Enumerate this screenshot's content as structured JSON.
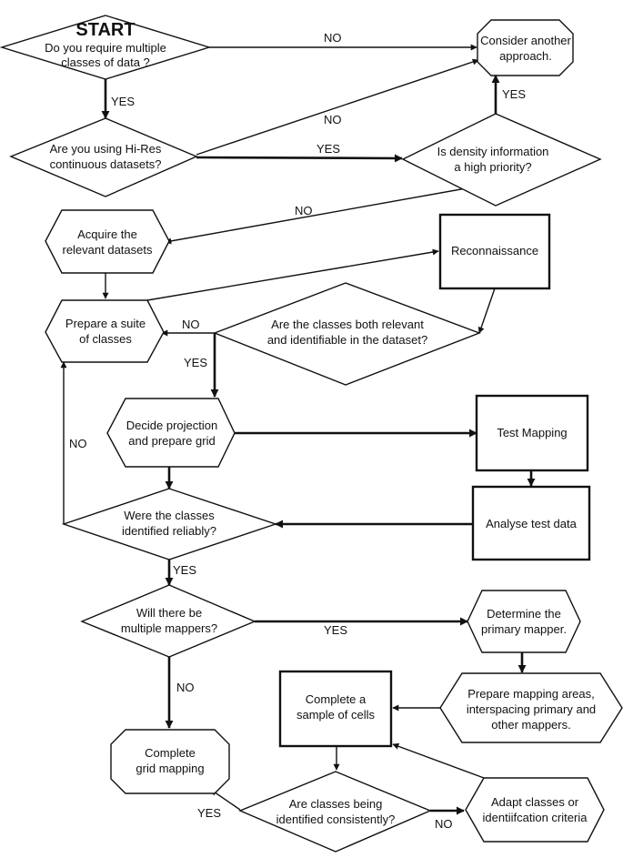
{
  "flowchart": {
    "nodes": {
      "start": {
        "title": "START",
        "lines": [
          "Do you require multiple",
          "classes of data ?"
        ]
      },
      "consider": {
        "lines": [
          "Consider another",
          "approach."
        ]
      },
      "hires": {
        "lines": [
          "Are you using Hi-Res",
          "continuous datasets?"
        ]
      },
      "density": {
        "lines": [
          "Is density information",
          "a high priority?"
        ]
      },
      "acquire": {
        "lines": [
          "Acquire the",
          "relevant datasets"
        ]
      },
      "recon": {
        "lines": [
          "Reconnaissance"
        ]
      },
      "suite": {
        "lines": [
          "Prepare a suite",
          "of classes"
        ]
      },
      "relevant": {
        "lines": [
          "Are the classes both relevant",
          "and identifiable in the dataset?"
        ]
      },
      "projection": {
        "lines": [
          "Decide projection",
          "and prepare grid"
        ]
      },
      "testmap": {
        "lines": [
          "Test Mapping"
        ]
      },
      "reliable": {
        "lines": [
          "Were the classes",
          "identified reliably?"
        ]
      },
      "analyse": {
        "lines": [
          "Analyse test data"
        ]
      },
      "multiple": {
        "lines": [
          "Will there be",
          "multiple mappers?"
        ]
      },
      "primary": {
        "lines": [
          "Determine the",
          "primary mapper."
        ]
      },
      "areas": {
        "lines": [
          "Prepare mapping areas,",
          "interspacing primary and",
          "other mappers."
        ]
      },
      "sample": {
        "lines": [
          "Complete a",
          "sample of cells"
        ]
      },
      "grid": {
        "lines": [
          "Complete",
          "grid mapping"
        ]
      },
      "consistent": {
        "lines": [
          "Are classes being",
          "identified consistently?"
        ]
      },
      "adapt": {
        "lines": [
          "Adapt classes or",
          "identiifcation criteria"
        ]
      }
    },
    "edge_labels": {
      "start_no": "NO",
      "start_yes": "YES",
      "hires_no": "NO",
      "hires_yes": "YES",
      "density_no": "NO",
      "density_yes": "YES",
      "relevant_no": "NO",
      "relevant_yes": "YES",
      "reliable_no": "NO",
      "reliable_yes": "YES",
      "multiple_yes": "YES",
      "multiple_no": "NO",
      "consistent_yes": "YES",
      "consistent_no": "NO"
    }
  }
}
